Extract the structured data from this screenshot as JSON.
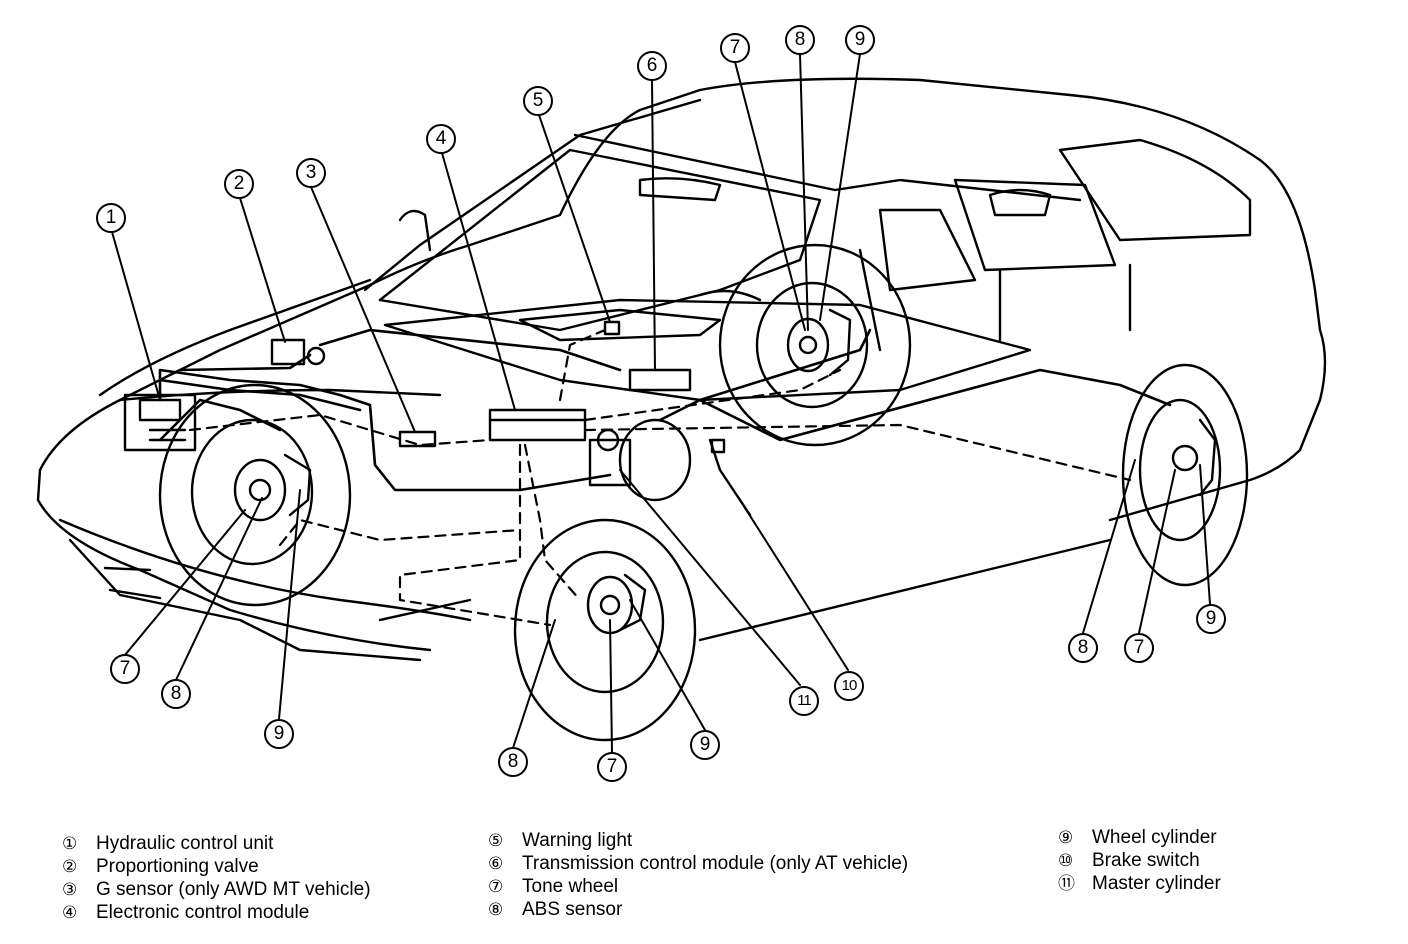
{
  "callouts": [
    {
      "n": "1",
      "glyph": "①"
    },
    {
      "n": "2",
      "glyph": "②"
    },
    {
      "n": "3",
      "glyph": "③"
    },
    {
      "n": "4",
      "glyph": "④"
    },
    {
      "n": "5",
      "glyph": "⑤"
    },
    {
      "n": "6",
      "glyph": "⑥"
    },
    {
      "n": "7",
      "glyph": "⑦"
    },
    {
      "n": "8",
      "glyph": "⑧"
    },
    {
      "n": "9",
      "glyph": "⑨"
    },
    {
      "n": "10",
      "glyph": "⑩"
    },
    {
      "n": "11",
      "glyph": "⑪"
    }
  ],
  "legend": {
    "col1": [
      {
        "sym": "①",
        "label": "Hydraulic control unit"
      },
      {
        "sym": "②",
        "label": "Proportioning valve"
      },
      {
        "sym": "③",
        "label": "G sensor (only AWD MT vehicle)"
      },
      {
        "sym": "④",
        "label": "Electronic control module"
      }
    ],
    "col2": [
      {
        "sym": "⑤",
        "label": "Warning light"
      },
      {
        "sym": "⑥",
        "label": "Transmission control module (only AT vehicle)"
      },
      {
        "sym": "⑦",
        "label": "Tone wheel"
      },
      {
        "sym": "⑧",
        "label": "ABS sensor"
      }
    ],
    "col3": [
      {
        "sym": "⑨",
        "label": "Wheel cylinder"
      },
      {
        "sym": "⑩",
        "label": "Brake switch"
      },
      {
        "sym": "⑪",
        "label": "Master cylinder"
      }
    ]
  }
}
